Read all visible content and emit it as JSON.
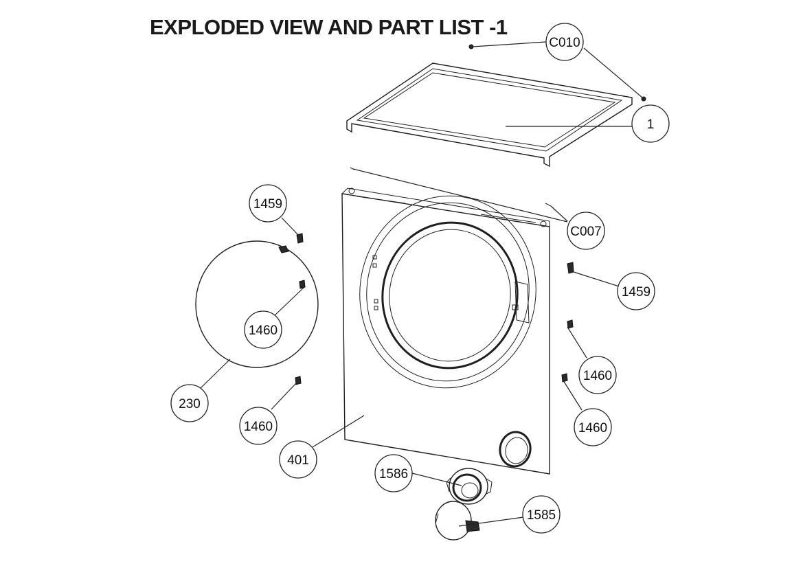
{
  "title": "EXPLODED VIEW AND PART LIST -1",
  "callouts": [
    {
      "id": "c010",
      "label": "C010"
    },
    {
      "id": "top",
      "label": "1"
    },
    {
      "id": "c007",
      "label": "C007"
    },
    {
      "id": "1459-left",
      "label": "1459"
    },
    {
      "id": "1459-right",
      "label": "1459"
    },
    {
      "id": "1460-door",
      "label": "1460"
    },
    {
      "id": "1460-lower-left",
      "label": "1460"
    },
    {
      "id": "1460-right-upper",
      "label": "1460"
    },
    {
      "id": "1460-right-lower",
      "label": "1460"
    },
    {
      "id": "230",
      "label": "230"
    },
    {
      "id": "401",
      "label": "401"
    },
    {
      "id": "1586",
      "label": "1586"
    },
    {
      "id": "1585",
      "label": "1585"
    }
  ]
}
